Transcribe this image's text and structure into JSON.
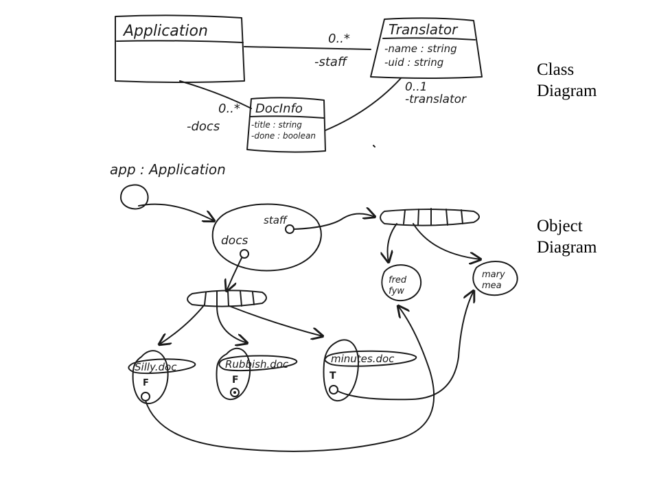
{
  "labels": {
    "class_diagram": [
      "Class",
      "Diagram"
    ],
    "object_diagram": [
      "Object",
      "Diagram"
    ]
  },
  "class_diagram": {
    "application": {
      "name": "Application"
    },
    "translator": {
      "name": "Translator",
      "attributes": [
        "-name : string",
        "-uid : string"
      ]
    },
    "docinfo": {
      "name": "DocInfo",
      "attributes": [
        "-title : string",
        "-done : boolean"
      ]
    },
    "assoc_staff": {
      "multiplicity": "0..*",
      "role": "-staff"
    },
    "assoc_docs": {
      "multiplicity": "0..*",
      "role": "-docs"
    },
    "assoc_translator": {
      "multiplicity": "0..1",
      "role": "-translator"
    }
  },
  "object_diagram": {
    "app_label": "app : Application",
    "app_fields": {
      "staff": "staff",
      "docs": "docs"
    },
    "translators": [
      {
        "lines": [
          "fred",
          "fyw"
        ]
      },
      {
        "lines": [
          "mary",
          "mea"
        ]
      }
    ],
    "documents": [
      {
        "name": "Silly.doc",
        "done": "F"
      },
      {
        "name": "Rubbish.doc",
        "done": "F"
      },
      {
        "name": "minutes.doc",
        "done": "T"
      }
    ]
  },
  "colors": {
    "ink": "#1a1a1a",
    "background": "#ffffff"
  }
}
